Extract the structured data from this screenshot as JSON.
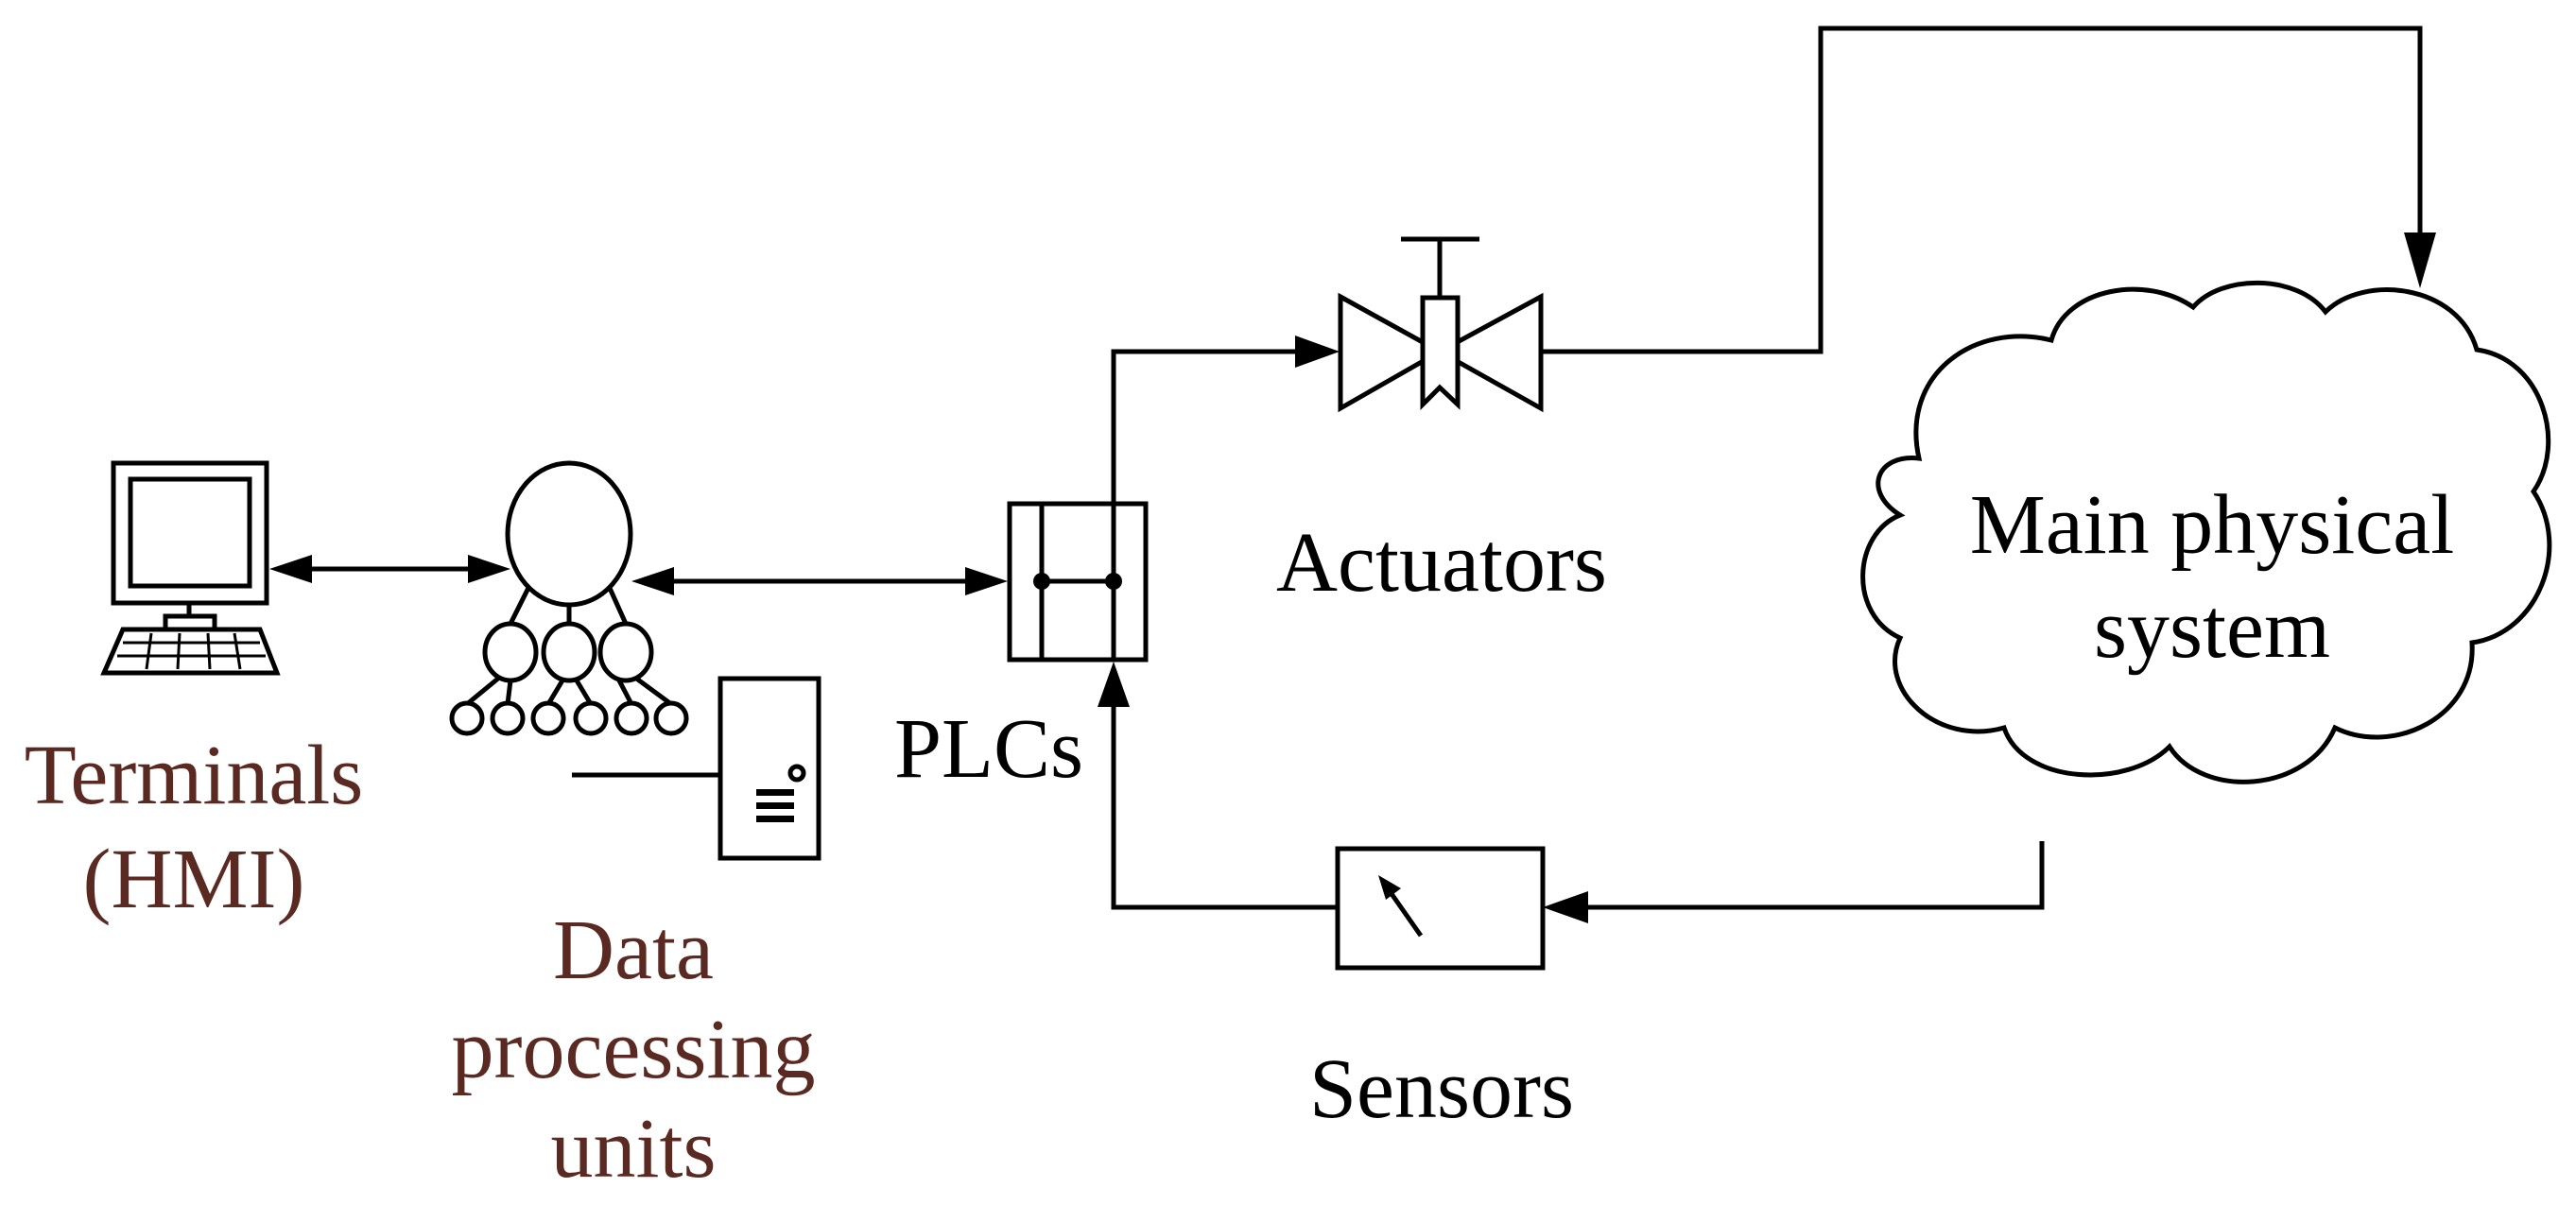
{
  "colors": {
    "stroke": "#000000",
    "background": "#ffffff",
    "label_dark": "#000000",
    "label_brown": "#5a2a22"
  },
  "nodes": {
    "terminals": {
      "icon": "computer-terminal-icon",
      "label_lines": [
        "Terminals",
        "(HMI)"
      ]
    },
    "data_processing": {
      "icon": "hierarchy-tree-server-icon",
      "label_lines": [
        "Data",
        "processing",
        "units"
      ]
    },
    "plcs": {
      "icon": "plc-switch-icon",
      "label": "PLCs"
    },
    "actuators": {
      "icon": "valve-actuator-icon",
      "label": "Actuators"
    },
    "sensors": {
      "icon": "gauge-sensor-icon",
      "label": "Sensors"
    },
    "physical_system": {
      "icon": "cloud-icon",
      "label_lines": [
        "Main physical",
        "system"
      ]
    }
  },
  "edges": [
    {
      "from": "terminals",
      "to": "data_processing",
      "direction": "both"
    },
    {
      "from": "data_processing",
      "to": "plcs",
      "direction": "both"
    },
    {
      "from": "plcs",
      "to": "actuators",
      "direction": "forward"
    },
    {
      "from": "actuators",
      "to": "physical_system",
      "direction": "forward"
    },
    {
      "from": "physical_system",
      "to": "sensors",
      "direction": "forward"
    },
    {
      "from": "sensors",
      "to": "plcs",
      "direction": "forward"
    }
  ]
}
